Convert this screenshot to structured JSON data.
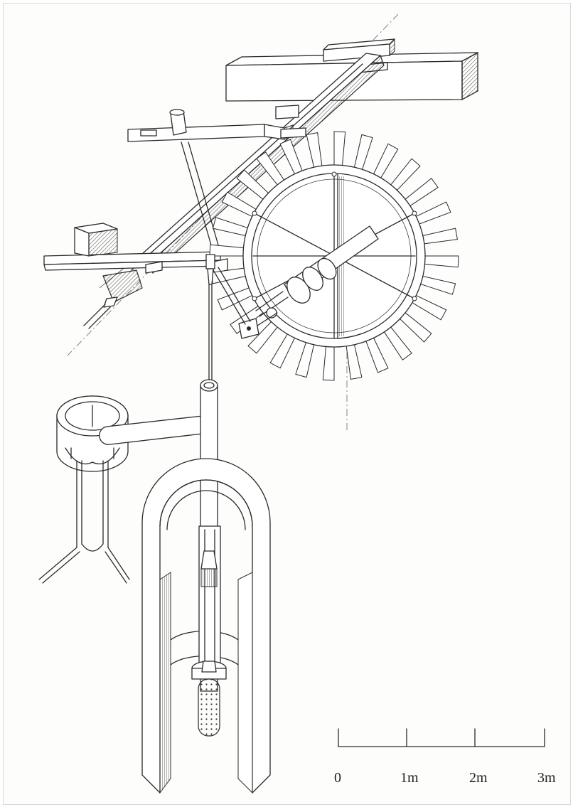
{
  "scale_bar": {
    "ticks": [
      "0",
      "1m",
      "2m",
      "3m"
    ]
  }
}
